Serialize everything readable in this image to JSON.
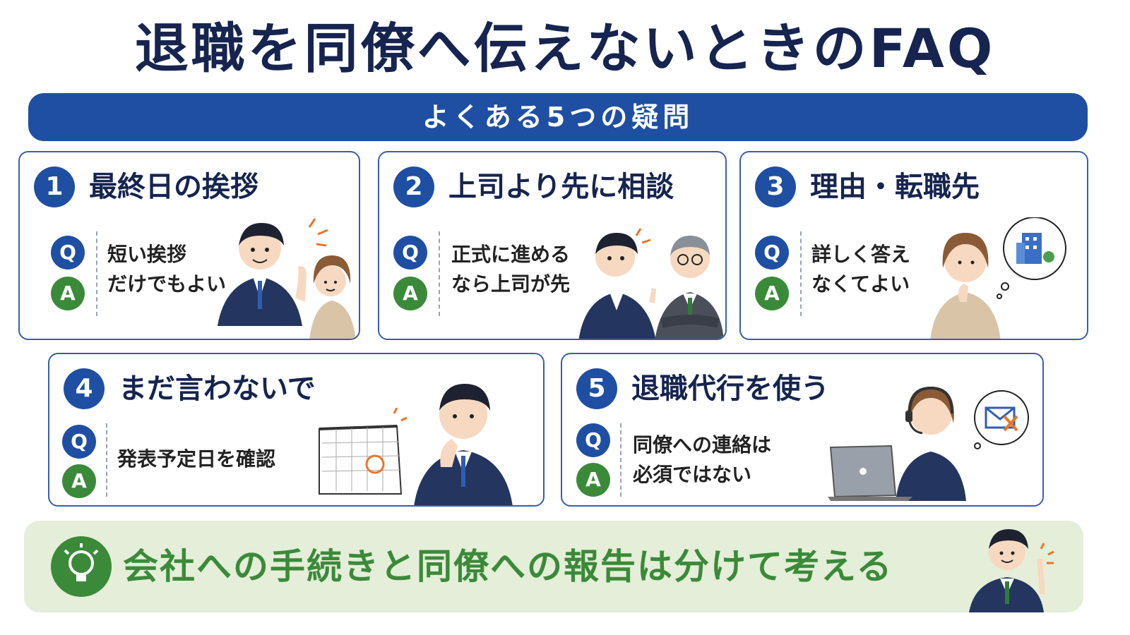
{
  "title": "退職を同僚へ伝えないときのFAQ",
  "subtitle": "よくある5つの疑問",
  "labels": {
    "q": "Q",
    "a": "A"
  },
  "cards": [
    {
      "number": "1",
      "title": "最終日の挨拶",
      "answer_line1": "短い挨拶",
      "answer_line2": "だけでもよい"
    },
    {
      "number": "2",
      "title": "上司より先に相談",
      "answer_line1": "正式に進める",
      "answer_line2": "なら上司が先"
    },
    {
      "number": "3",
      "title": "理由・転職先",
      "answer_line1": "詳しく答え",
      "answer_line2": "なくてよい"
    },
    {
      "number": "4",
      "title": "まだ言わないで",
      "answer_line1": "発表予定日を確認",
      "answer_line2": ""
    },
    {
      "number": "5",
      "title": "退職代行を使う",
      "answer_line1": "同僚への連絡は",
      "answer_line2": "必須ではない"
    }
  ],
  "summary": "会社への手続きと同僚への報告は分けて考える",
  "colors": {
    "navy": "#16244f",
    "blue": "#1f4fa3",
    "green": "#3b8a3a",
    "summary_bg": "#e4eed8",
    "accent_orange": "#e8762b"
  },
  "icons": [
    "person-waving-icon",
    "boss-icon",
    "building-thought-icon",
    "calendar-icon",
    "headset-operator-icon",
    "mail-cross-icon",
    "lightbulb-icon",
    "pointing-person-icon"
  ]
}
